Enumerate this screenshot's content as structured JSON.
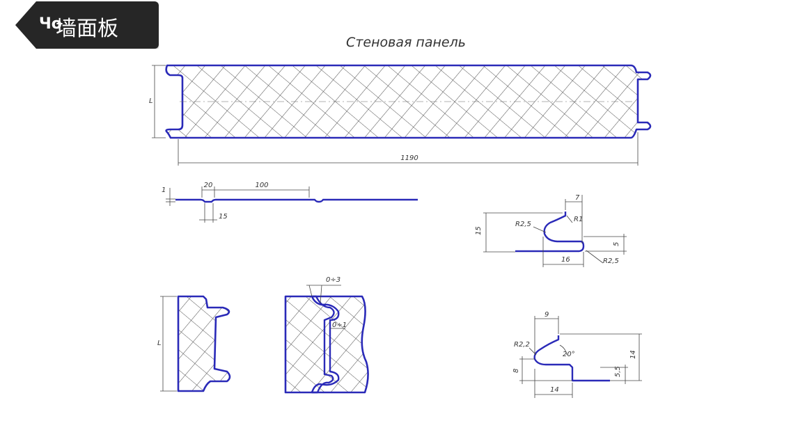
{
  "tag": {
    "peek_text": "Чо",
    "label": "墙面板"
  },
  "drawing": {
    "title": "Стеновая панель",
    "panel": {
      "height_label": "L",
      "width_label": "1190"
    },
    "sheet_profile": {
      "thickness": "1",
      "rib_spacing": "20",
      "rib_pitch": "100",
      "rib_width": "15"
    },
    "lock_top": {
      "width_top": "7",
      "radius_left": "R2,5",
      "radius_top": "R1",
      "height": "15",
      "depth": "5",
      "width_bottom": "16",
      "radius_bottom": "R2,5"
    },
    "section_left": {
      "height_label": "L"
    },
    "section_right": {
      "gap_top": "0÷3",
      "gap_side": "0÷1"
    },
    "lock_bottom": {
      "width_top": "9",
      "radius": "R2,2",
      "angle": "20°",
      "height": "14",
      "lower_height": "8",
      "step": "5,5",
      "width_bottom": "14"
    }
  },
  "colors": {
    "outline": "#2a2ab8",
    "hatch": "#555555",
    "tag_bg": "#262626"
  }
}
